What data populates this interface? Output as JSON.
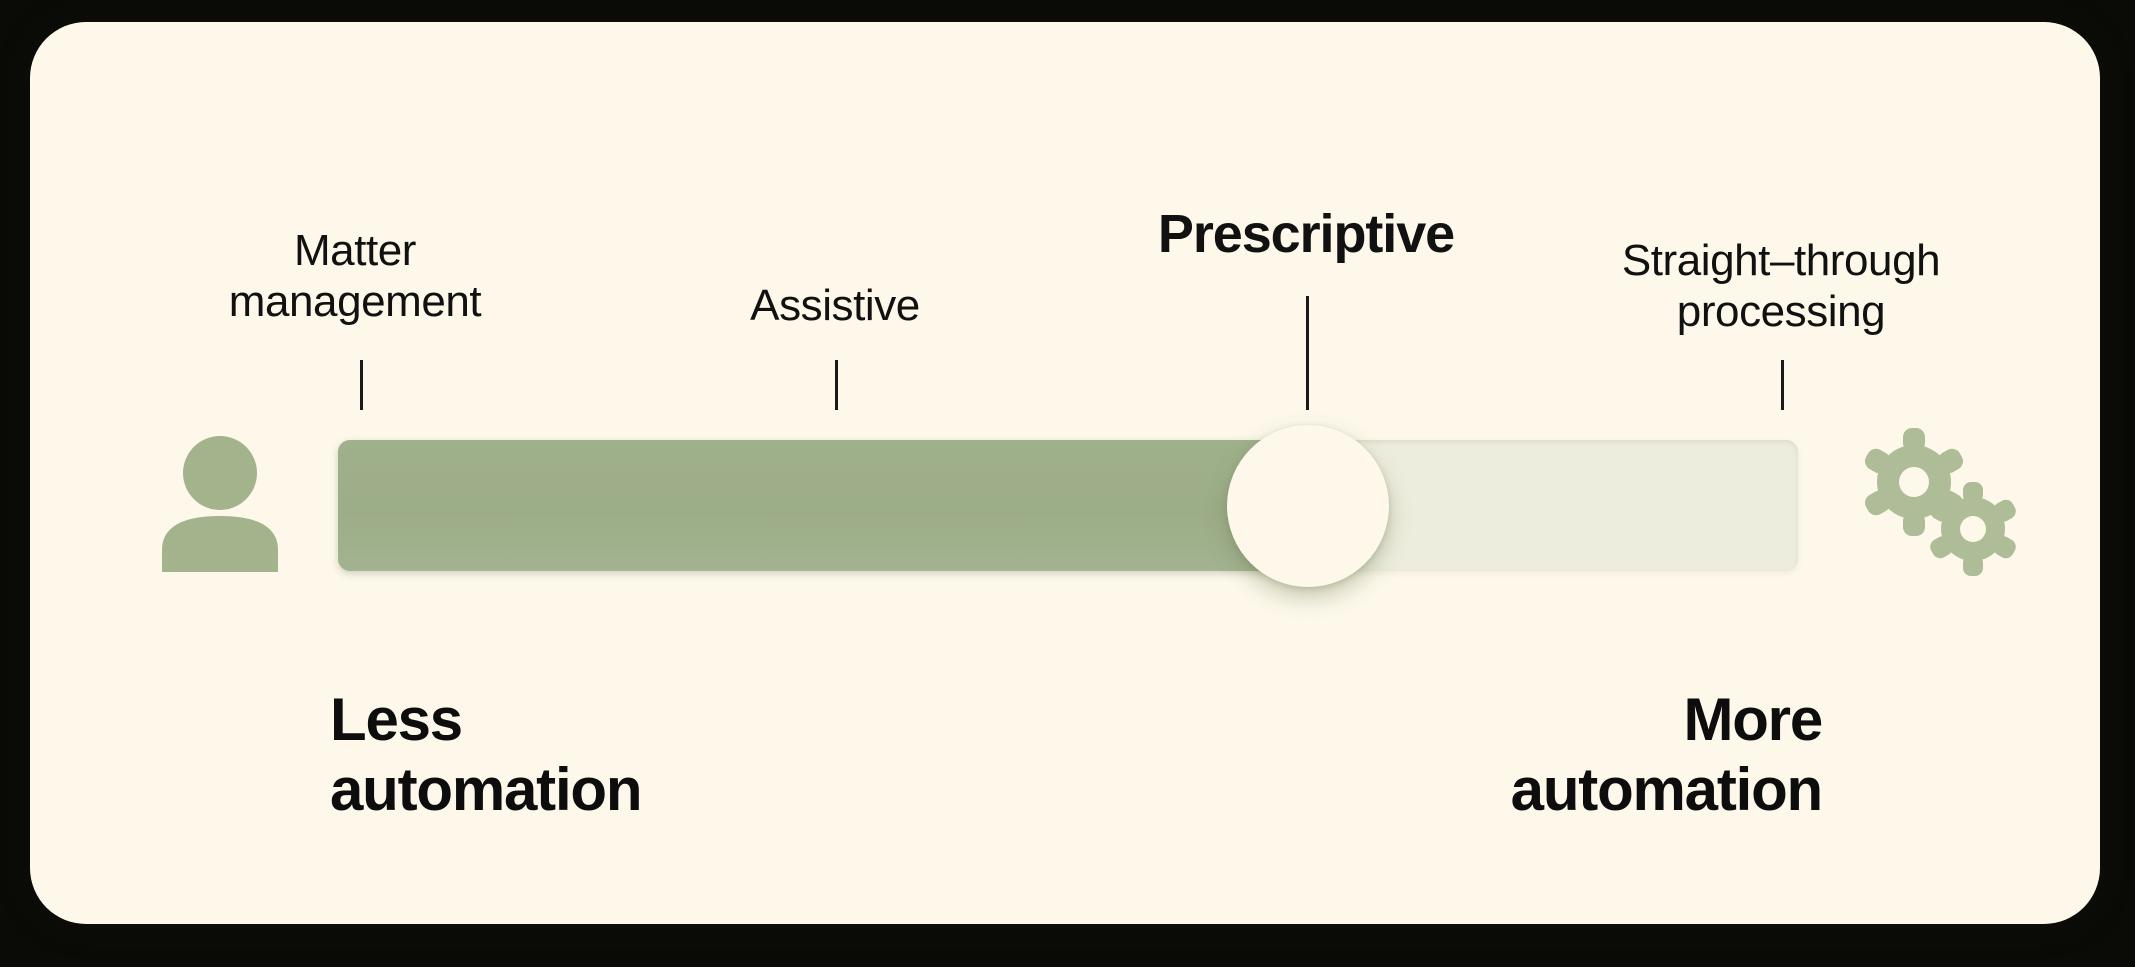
{
  "card": {
    "background_color": "#FDF8EA",
    "frame_color": "#0A0A06"
  },
  "slider": {
    "name": "automation-spectrum-slider",
    "fill_color": "#9CAF89",
    "track_color": "#EDEDDD",
    "thumb_color": "#FDF8EA",
    "value_percent": 66,
    "selected_stage": "Prescriptive"
  },
  "stages": [
    {
      "id": "matter-management",
      "label": "Matter\nmanagement",
      "emphasis": "regular",
      "position_percent": 1.5
    },
    {
      "id": "assistive",
      "label": "Assistive",
      "emphasis": "regular",
      "position_percent": 34
    },
    {
      "id": "prescriptive",
      "label": "Prescriptive",
      "emphasis": "bold",
      "position_percent": 66
    },
    {
      "id": "straight-through",
      "label": "Straight–through\nprocessing",
      "emphasis": "regular",
      "position_percent": 98.8
    }
  ],
  "endpoints": {
    "left": {
      "label": "Less\nautomation",
      "icon": "person-icon"
    },
    "right": {
      "label": "More\nautomation",
      "icon": "gears-icon"
    }
  },
  "icons": {
    "person": {
      "name": "person-icon",
      "color": "#A3B38C"
    },
    "gears": {
      "name": "gears-icon",
      "color": "#AEBC98"
    }
  }
}
